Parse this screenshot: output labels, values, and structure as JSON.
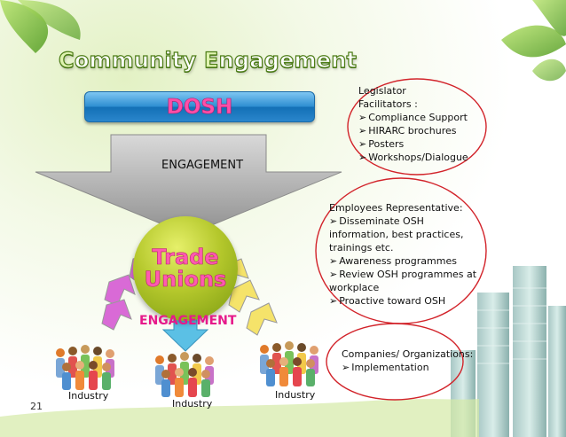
{
  "title": {
    "first": "C",
    "rest1": "ommunity ",
    "second": "E",
    "rest2": "ngagement"
  },
  "dosh_label": "DOSH",
  "engagement_top": "ENGAGEMENT",
  "trade_unions": {
    "line1": "Trade",
    "line2": "Unions"
  },
  "engagement_bottom": "ENGAGEMENT",
  "legislator": {
    "heading1": "Legislator",
    "heading2": "Facilitators :",
    "items": [
      "Compliance Support",
      "HIRARC brochures",
      "Posters",
      "Workshops/Dialogue"
    ]
  },
  "employees": {
    "heading": "Employees Representative:",
    "items": [
      "Disseminate OSH information, best practices, trainings etc.",
      "Awareness programmes",
      "Review OSH programmes at workplace",
      "Proactive toward OSH"
    ]
  },
  "companies": {
    "heading": "Companies/ Organizations:",
    "items": [
      "Implementation"
    ]
  },
  "industry_labels": [
    "Industry",
    "Industry",
    "Industry"
  ],
  "page_number": "21",
  "colors": {
    "title_green": "#4d7d16",
    "dosh_blue": "#1f82c8",
    "pink": "#e6198a",
    "red_oval": "#d2232a"
  }
}
